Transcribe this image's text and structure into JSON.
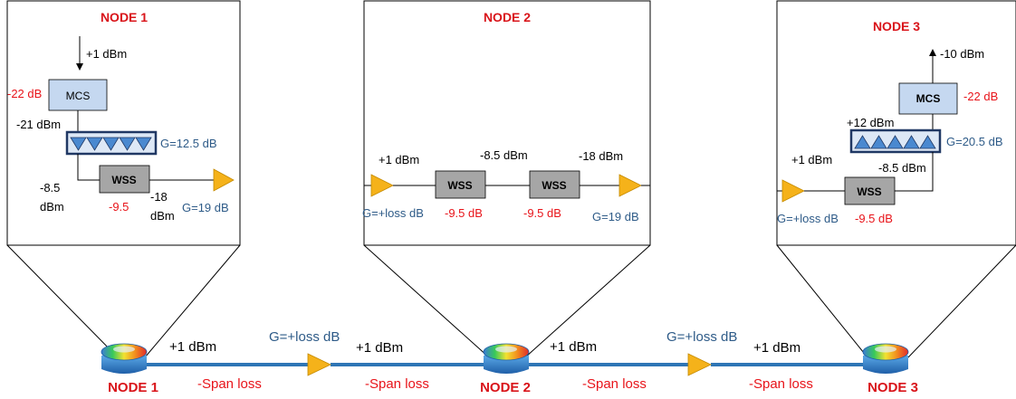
{
  "node1": {
    "title": "NODE 1",
    "input_power": "+1 dBm",
    "mcs_label": "MCS",
    "mcs_loss": "-22 dB",
    "after_mcs": "-21 dBm",
    "array_gain": "G=12.5 dB",
    "wss_label": "WSS",
    "wss_in_a": "-8.5",
    "wss_in_b": "dBm",
    "wss_loss": "-9.5",
    "wss_out_a": "-18",
    "wss_out_b": "dBm",
    "amp_gain": "G=19 dB"
  },
  "node2": {
    "title": "NODE 2",
    "in_power": "+1 dBm",
    "pre_amp_gain": "G=+loss dB",
    "wss1_label": "WSS",
    "wss1_loss": "-9.5 dB",
    "mid_power": "-8.5 dBm",
    "wss2_label": "WSS",
    "wss2_loss": "-9.5 dB",
    "out_power": "-18 dBm",
    "amp_gain": "G=19 dB"
  },
  "node3": {
    "title": "NODE 3",
    "output_power": "-10 dBm",
    "mcs_label": "MCS",
    "mcs_loss": "-22 dB",
    "array_out": "+12 dBm",
    "array_gain": "G=20.5 dB",
    "wss_out": "-8.5 dBm",
    "in_power": "+1 dBm",
    "pre_amp_gain": "G=+loss dB",
    "wss_label": "WSS",
    "wss_loss": "-9.5 dB"
  },
  "link": {
    "node1_label": "NODE 1",
    "node2_label": "NODE 2",
    "node3_label": "NODE 3",
    "p1": "+1 dBm",
    "p2": "+1 dBm",
    "p3": "+1 dBm",
    "p4": "+1 dBm",
    "amp1_gain": "G=+loss dB",
    "amp2_gain": "G=+loss dB",
    "span1": "-Span loss",
    "span2": "-Span loss",
    "span3": "-Span loss",
    "span4": "-Span loss"
  },
  "colors": {
    "loss_red": "#e8141a",
    "gain_blue": "#2e5b88",
    "fiber_blue": "#2e75b6",
    "amp_orange": "#f5b21a",
    "wss_gray": "#a6a6a6",
    "mcs_blue": "#c5d8f0"
  }
}
